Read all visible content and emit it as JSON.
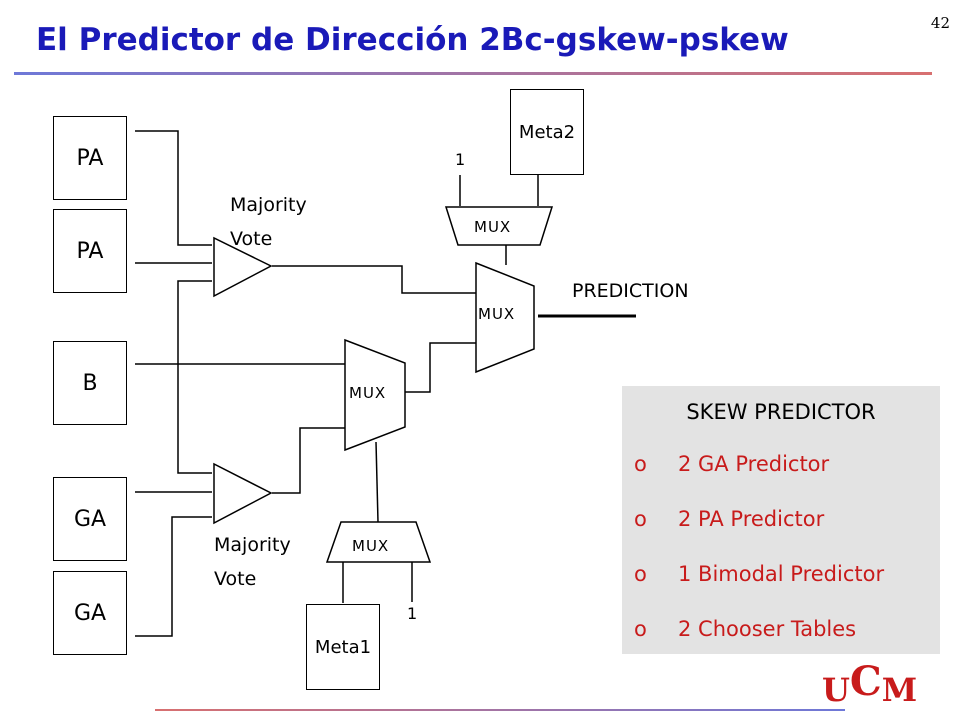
{
  "page_number": "42",
  "title": "El Predictor de Dirección 2Bc-gskew-pskew",
  "colors": {
    "title": "#1a1ab8",
    "accent": "#c81b1b",
    "panel_bg": "#e3e3e3"
  },
  "tables": {
    "pa1": "PA",
    "pa2": "PA",
    "b": "B",
    "ga1": "GA",
    "ga2": "GA",
    "meta1": "Meta1",
    "meta2": "Meta2"
  },
  "mux_label": "MUX",
  "majority_vote_top": "Majority Vote",
  "majority_vote_bottom": "Majority Vote",
  "const_one_top": "1",
  "const_one_bottom": "1",
  "prediction_label": "PREDICTION",
  "skew_panel": {
    "title": "SKEW PREDICTOR",
    "bullet": "o",
    "items": [
      "2 GA Predictor",
      "2 PA Predictor",
      "1 Bimodal Predictor",
      "2 Chooser Tables"
    ]
  },
  "logo": {
    "u1": "U",
    "c": "C",
    "m": "M"
  }
}
